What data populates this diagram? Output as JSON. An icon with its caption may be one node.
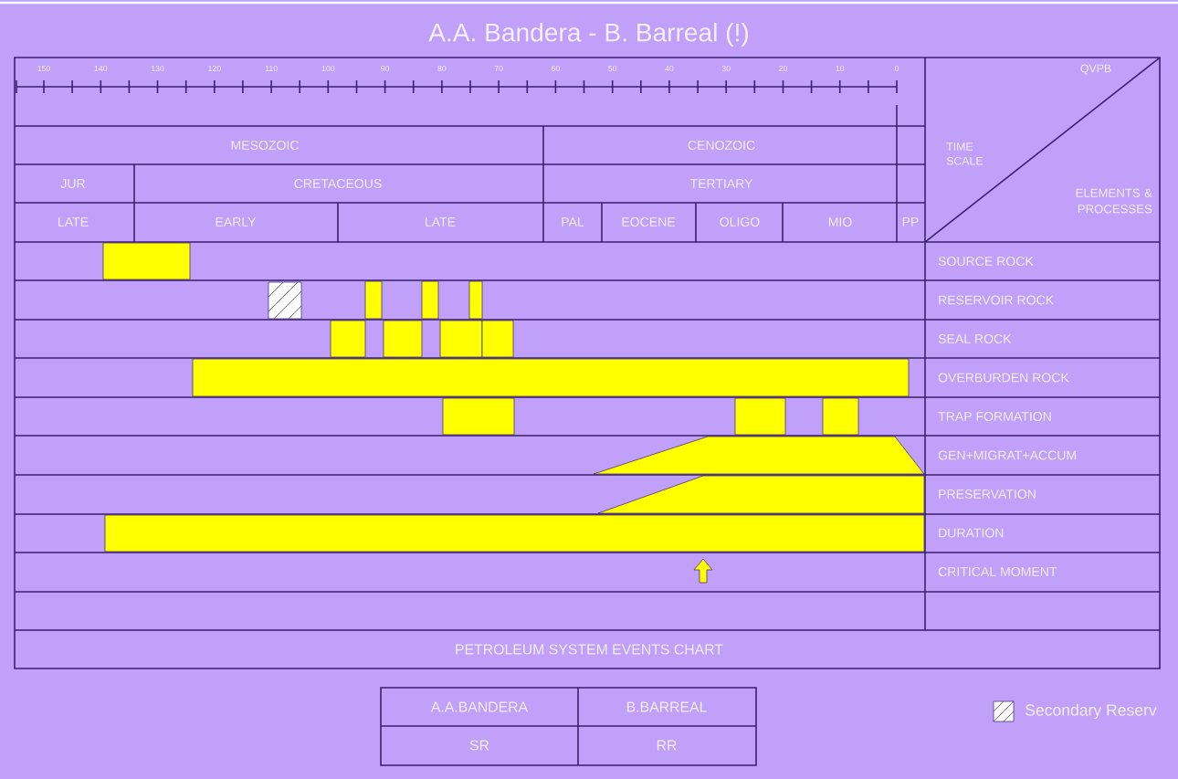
{
  "diagram": {
    "title": "A.A. Bandera - B. Barreal (!)",
    "labels": [
      "150",
      "140",
      "130",
      "120",
      "110",
      "100",
      "90",
      "80",
      "70",
      "60",
      "50",
      "40",
      "30",
      "20",
      "10",
      "0",
      "QVPB",
      "MESOZOIC",
      "CENOZOIC",
      "TIME SCALE",
      "JUR",
      "CRETACEOUS",
      "TERTIARY",
      "ELEMENTS & PROCESSES",
      "LATE",
      "EARLY",
      "LATE",
      "PAL",
      "EOCENE",
      "OLIGO",
      "MIO",
      "PP",
      "SOURCE ROCK",
      "RESERVOIR ROCK",
      "SEAL ROCK",
      "OVERBURDEN ROCK",
      "TRAP FORMATION",
      "GEN+MIGRAT+ACCUM",
      "PRESERVATION",
      "DURATION",
      "CRITICAL MOMENT",
      "PETROLEUM SYSTEM EVENTS CHART",
      "A.A.BANDERA",
      "B.BARREAL",
      "SR",
      "RR"
    ],
    "legend": [
      {
        "text": "Secondary Reserv"
      }
    ]
  }
}
